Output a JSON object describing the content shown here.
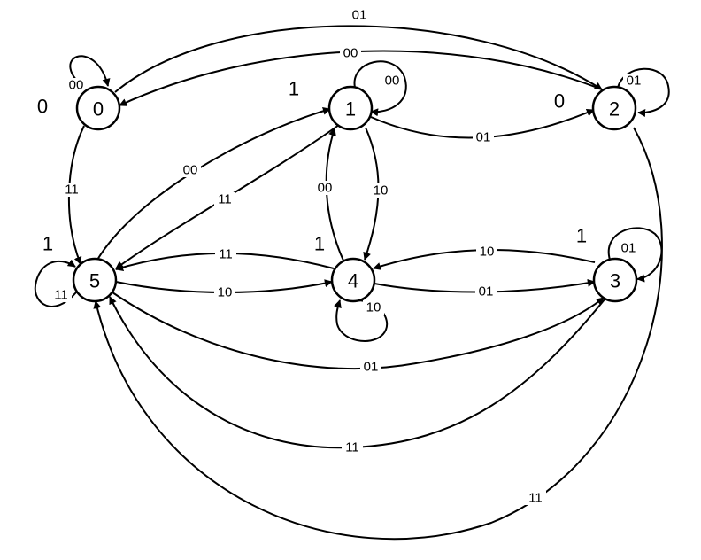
{
  "states": [
    {
      "id": "0",
      "output": "0"
    },
    {
      "id": "1",
      "output": "1"
    },
    {
      "id": "2",
      "output": "0"
    },
    {
      "id": "3",
      "output": "1"
    },
    {
      "id": "4",
      "output": "1"
    },
    {
      "id": "5",
      "output": "1"
    }
  ],
  "transitions": [
    {
      "from": "0",
      "to": "0",
      "input": "00"
    },
    {
      "from": "0",
      "to": "2",
      "input": "01"
    },
    {
      "from": "0",
      "to": "5",
      "input": "11"
    },
    {
      "from": "1",
      "to": "1",
      "input": "00"
    },
    {
      "from": "1",
      "to": "2",
      "input": "01"
    },
    {
      "from": "1",
      "to": "4",
      "input": "10"
    },
    {
      "from": "1",
      "to": "5",
      "input": "11"
    },
    {
      "from": "2",
      "to": "0",
      "input": "00"
    },
    {
      "from": "2",
      "to": "2",
      "input": "01"
    },
    {
      "from": "2",
      "to": "5",
      "input": "11"
    },
    {
      "from": "3",
      "to": "3",
      "input": "01"
    },
    {
      "from": "3",
      "to": "4",
      "input": "10"
    },
    {
      "from": "3",
      "to": "5",
      "input": "11"
    },
    {
      "from": "4",
      "to": "1",
      "input": "00"
    },
    {
      "from": "4",
      "to": "3",
      "input": "01"
    },
    {
      "from": "4",
      "to": "4",
      "input": "10"
    },
    {
      "from": "4",
      "to": "5",
      "input": "11"
    },
    {
      "from": "5",
      "to": "1",
      "input": "00"
    },
    {
      "from": "5",
      "to": "3",
      "input": "01"
    },
    {
      "from": "5",
      "to": "4",
      "input": "10"
    },
    {
      "from": "5",
      "to": "5",
      "input": "11"
    }
  ]
}
